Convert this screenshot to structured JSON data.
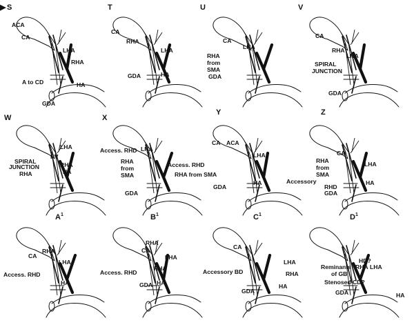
{
  "marker": "▶",
  "panels": [
    {
      "id": "S",
      "letter": "S",
      "labels": [
        "ACA",
        "CA",
        "LHA",
        "RHA",
        "A to CD",
        "HA",
        "GDA"
      ]
    },
    {
      "id": "T",
      "letter": "T",
      "labels": [
        "CA",
        "RHA",
        "LHA",
        "GDA",
        "HA"
      ]
    },
    {
      "id": "U",
      "letter": "U",
      "labels": [
        "CA",
        "LHA",
        "RHA",
        "from",
        "SMA",
        "GDA"
      ]
    },
    {
      "id": "V",
      "letter": "V",
      "labels": [
        "CA",
        "RHA",
        "LHA",
        "SPIRAL",
        "JUNCTION",
        "GDA"
      ]
    },
    {
      "id": "W",
      "letter": "W",
      "labels": [
        "LHA",
        "PV",
        "RHA",
        "SPIRAL",
        "JUNCTION",
        "RHA",
        "HA"
      ]
    },
    {
      "id": "X",
      "letter": "X",
      "labels": [
        "Access. RHD",
        "LHA",
        "RHA",
        "from",
        "SMA",
        "GDA"
      ]
    },
    {
      "id": "Y",
      "letter": "Y",
      "labels": [
        "CA",
        "ACA",
        "LHA",
        "Access. RHD",
        "RHA from SMA",
        "GDA",
        "HA"
      ]
    },
    {
      "id": "Z",
      "letter": "Z",
      "labels": [
        "CA",
        "RHA",
        "from",
        "SMA",
        "LHA",
        "Accessory",
        "RHD",
        "GDA",
        "HA"
      ]
    },
    {
      "id": "A1",
      "letter": "A",
      "sup": "1",
      "labels": [
        "CA",
        "RHA",
        "LHA",
        "Access. RHD",
        "HA"
      ]
    },
    {
      "id": "B1",
      "letter": "B",
      "sup": "1",
      "labels": [
        "CA",
        "RHA",
        "LHA",
        "Access. RHD",
        "RHA",
        "GDA",
        "HA"
      ]
    },
    {
      "id": "C1",
      "letter": "C",
      "sup": "1",
      "labels": [
        "CA",
        "LHA",
        "Accessory BD",
        "RHA",
        "GDA",
        "HA"
      ]
    },
    {
      "id": "D1",
      "letter": "D",
      "sup": "1",
      "labels": [
        "HD?",
        "Reminants",
        "RHA",
        "LHA",
        "of GB",
        "Stenosed CD?",
        "GDA",
        "HA"
      ]
    }
  ]
}
